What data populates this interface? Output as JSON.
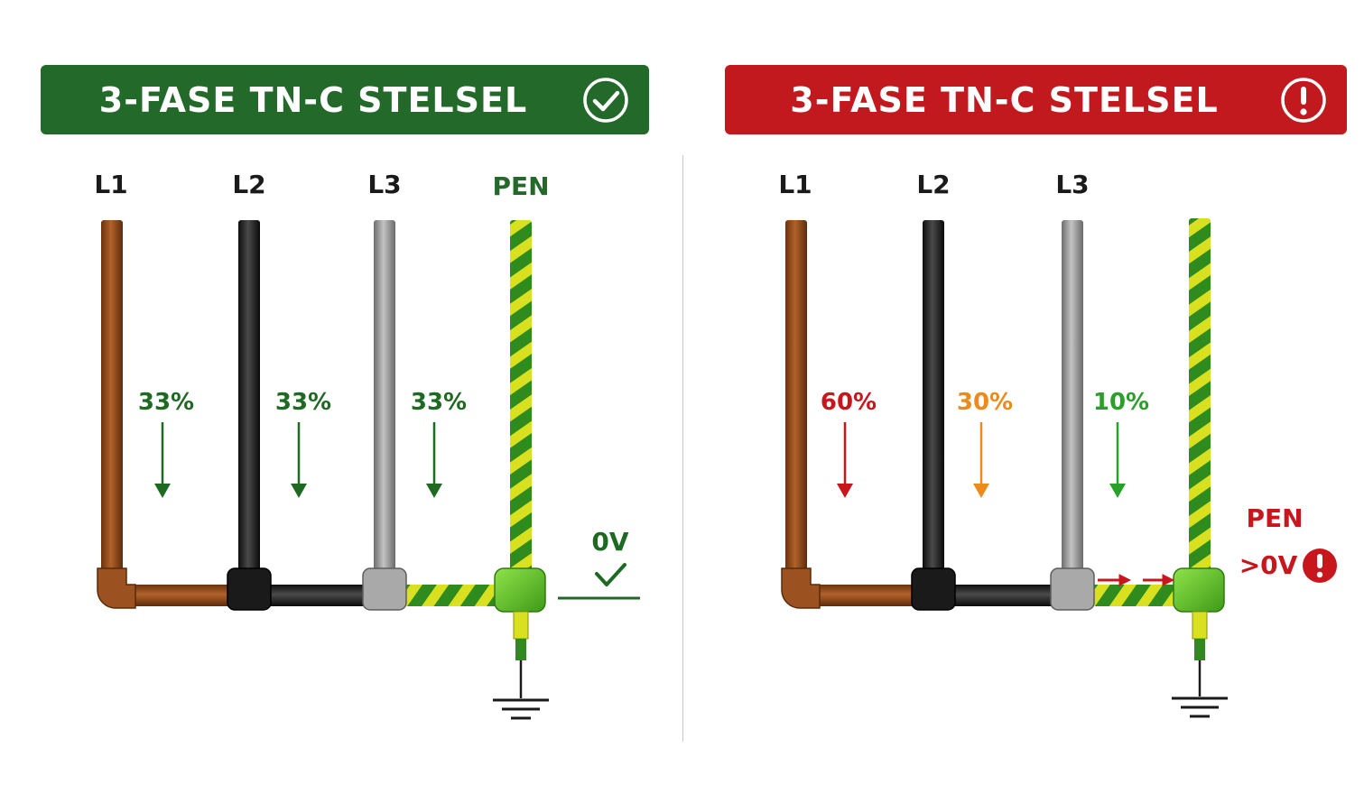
{
  "left_panel": {
    "title": "3-FASE TN-C STELSEL",
    "status": "ok",
    "accent": "#23692a",
    "status_icon": "check-circle-icon",
    "conductors": [
      "L1",
      "L2",
      "L3",
      "PEN"
    ],
    "loads": [
      {
        "phase": "L1",
        "label": "33%",
        "value": 33,
        "color": "#1e6a23"
      },
      {
        "phase": "L2",
        "label": "33%",
        "value": 33,
        "color": "#1e6a23"
      },
      {
        "phase": "L3",
        "label": "33%",
        "value": 33,
        "color": "#1e6a23"
      }
    ],
    "pen_voltage": "0V",
    "pen_voltage_icon": "check-icon"
  },
  "right_panel": {
    "title": "3-FASE TN-C STELSEL",
    "status": "warning",
    "accent": "#c1191e",
    "status_icon": "exclamation-circle-icon",
    "conductors": [
      "L1",
      "L2",
      "L3"
    ],
    "loads": [
      {
        "phase": "L1",
        "label": "60%",
        "value": 60,
        "color": "#c8161d"
      },
      {
        "phase": "L2",
        "label": "30%",
        "value": 30,
        "color": "#ec8a1a"
      },
      {
        "phase": "L3",
        "label": "10%",
        "value": 10,
        "color": "#28a02a"
      }
    ],
    "pen_label": "PEN",
    "pen_voltage": ">0V",
    "pen_voltage_icon": "exclamation-icon"
  },
  "colors": {
    "L1": "#8a4516",
    "L2": "#1e1e1e",
    "L3": "#8e8e8e",
    "PE_green": "#2f8b1e",
    "PE_yellow": "#d8e020"
  }
}
